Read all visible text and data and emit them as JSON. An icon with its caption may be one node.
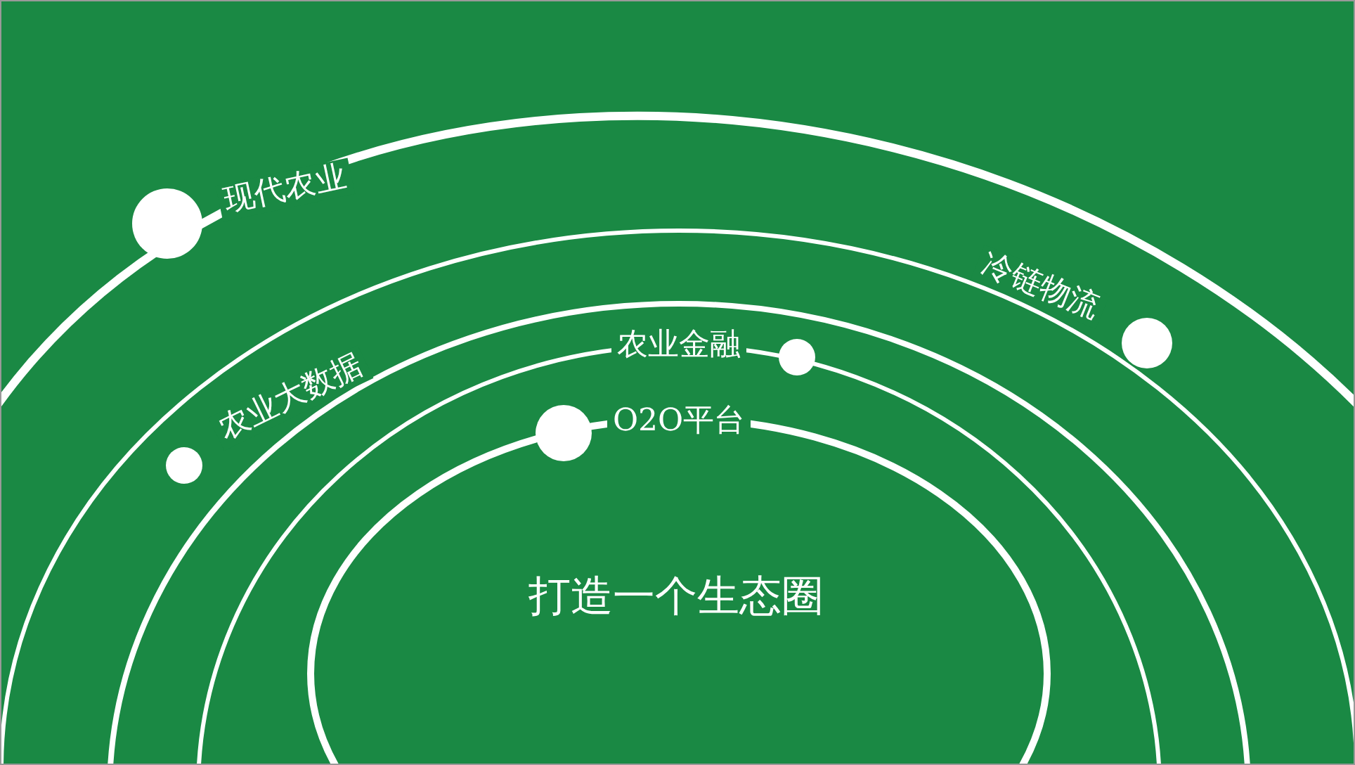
{
  "diagram": {
    "nodes": [
      {
        "text": [],
        "shape": "circle",
        "beside": [
          "现代农业"
        ]
      },
      {
        "text": [],
        "shape": "circle",
        "beside": [
          "冷链物流"
        ]
      },
      {
        "text": [],
        "shape": "circle",
        "beside": [
          "农业大数据"
        ]
      },
      {
        "text": [],
        "shape": "circle",
        "beside": [
          "农业金融"
        ]
      },
      {
        "text": [],
        "shape": "circle",
        "beside": [
          "O2O平台"
        ]
      }
    ],
    "labels": [
      "打造一个生态圈"
    ]
  }
}
